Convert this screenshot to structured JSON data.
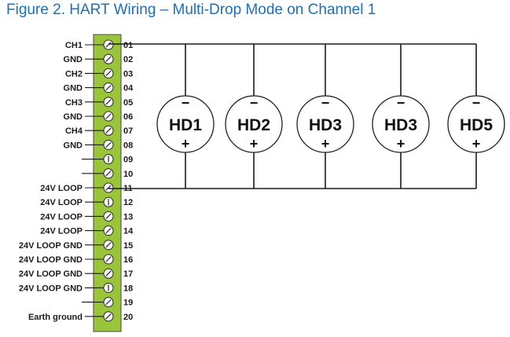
{
  "figure": {
    "title": "Figure 2.  HART Wiring – Multi-Drop Mode on Channel 1",
    "colors": {
      "title": "#1f6fb5",
      "terminal_strip": "#9ac53a",
      "wire": "#1a1a1a"
    }
  },
  "terminals": [
    {
      "label": "CH1",
      "number": "01",
      "screw": "slotted"
    },
    {
      "label": "GND",
      "number": "02",
      "screw": "slotted"
    },
    {
      "label": "CH2",
      "number": "03",
      "screw": "slotted"
    },
    {
      "label": "GND",
      "number": "04",
      "screw": "slotted"
    },
    {
      "label": "CH3",
      "number": "05",
      "screw": "slotted"
    },
    {
      "label": "GND",
      "number": "06",
      "screw": "slotted"
    },
    {
      "label": "CH4",
      "number": "07",
      "screw": "slotted"
    },
    {
      "label": "GND",
      "number": "08",
      "screw": "slotted"
    },
    {
      "label": "",
      "number": "09",
      "screw": "vertical"
    },
    {
      "label": "",
      "number": "10",
      "screw": "slotted"
    },
    {
      "label": "24V LOOP",
      "number": "11",
      "screw": "slotted"
    },
    {
      "label": "24V LOOP",
      "number": "12",
      "screw": "vertical"
    },
    {
      "label": "24V LOOP",
      "number": "13",
      "screw": "slotted"
    },
    {
      "label": "24V LOOP",
      "number": "14",
      "screw": "slotted"
    },
    {
      "label": "24V LOOP GND",
      "number": "15",
      "screw": "slotted"
    },
    {
      "label": "24V LOOP GND",
      "number": "16",
      "screw": "slotted"
    },
    {
      "label": "24V LOOP GND",
      "number": "17",
      "screw": "slotted"
    },
    {
      "label": "24V LOOP GND",
      "number": "18",
      "screw": "vertical"
    },
    {
      "label": "",
      "number": "19",
      "screw": "slotted"
    },
    {
      "label": "Earth ground",
      "number": "20",
      "screw": "slotted"
    }
  ],
  "devices": [
    {
      "label": "HD1",
      "neg": "−",
      "pos": "+"
    },
    {
      "label": "HD2",
      "neg": "−",
      "pos": "+"
    },
    {
      "label": "HD3",
      "neg": "−",
      "pos": "+"
    },
    {
      "label": "HD3",
      "neg": "−",
      "pos": "+"
    },
    {
      "label": "HD5",
      "neg": "−",
      "pos": "+"
    }
  ]
}
